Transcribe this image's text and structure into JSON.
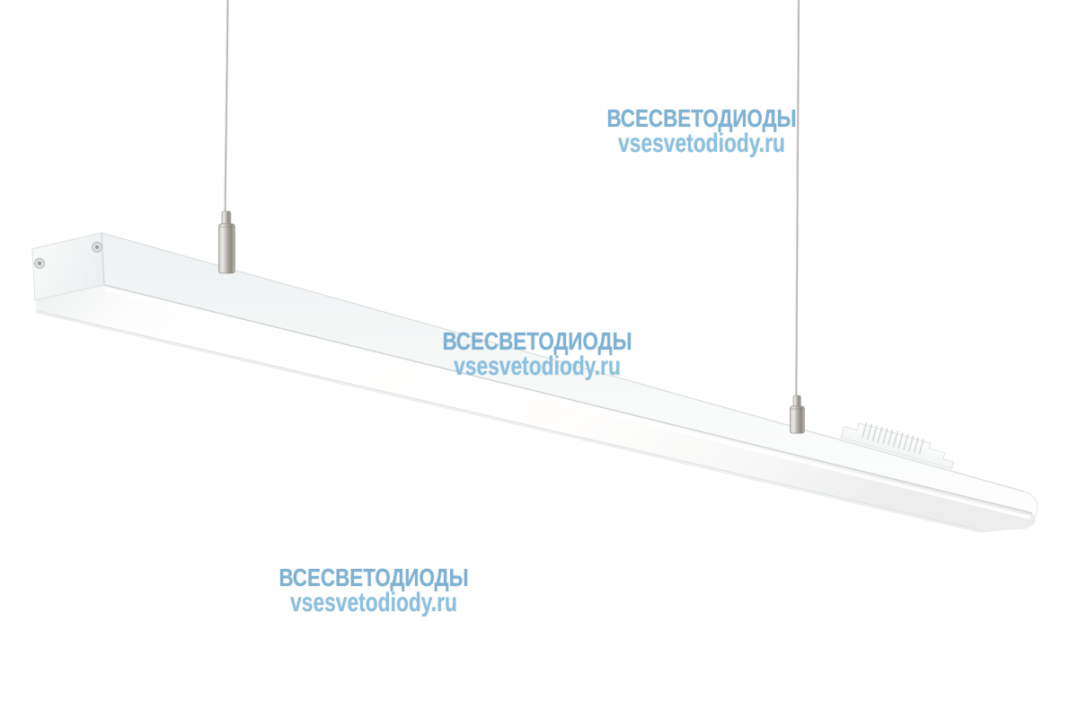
{
  "page": {
    "background": "#ffffff"
  },
  "watermark": {
    "line1": "ВСЕСВЕТОДИОДЫ",
    "line2": "vsesvetodiody.ru",
    "color_line1": "#7eb2d4",
    "color_line2": "#8cc0de",
    "instances": 3
  },
  "photo_colors": {
    "fixture_body": "#ffffff",
    "fixture_top_face": "#f1f3f4",
    "diffuser_glow": "#ffffff",
    "edge_line": "#d8dbdc",
    "cable": "#b5b3b0",
    "gripper_metal": "#a8a49f"
  }
}
